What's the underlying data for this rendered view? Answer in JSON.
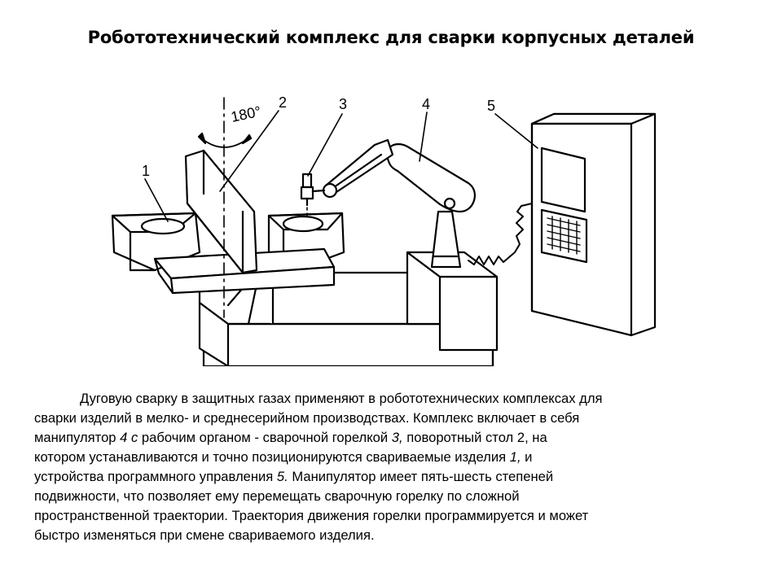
{
  "title": "Робототехнический комплекс для сварки корпусных деталей",
  "figure": {
    "labels": {
      "l1": "1",
      "l2": "2",
      "l3": "3",
      "l4": "4",
      "l5": "5",
      "angle": "180°"
    }
  },
  "description": {
    "line1": "Дуговую сварку в защитных газах применяют в робототехнических комплексах для",
    "line2": "сварки изделий в мелко- и среднесерийном производствах. Комплекс  включает в себя",
    "line3a": "манипулятор ",
    "line3b": "4 с",
    "line3c": " рабочим органом - сварочной горелкой ",
    "line3d": "3,",
    "line3e": " поворотный стол 2, на",
    "line4a": "котором устанавливаются и точно позиционируются свариваемые изделия ",
    "line4b": "1,",
    "line4c": " и",
    "line5a": "устройства программного управления ",
    "line5b": "5.",
    "line5c": " Манипулятор имеет пять-шесть степеней",
    "line6": "подвижности, что позволяет ему перемещать сварочную горелку по сложной",
    "line7": "пространственной траектории. Траектория движения горелки программируется и может",
    "line8": "быстро изменяться при смене свариваемого изделия."
  }
}
